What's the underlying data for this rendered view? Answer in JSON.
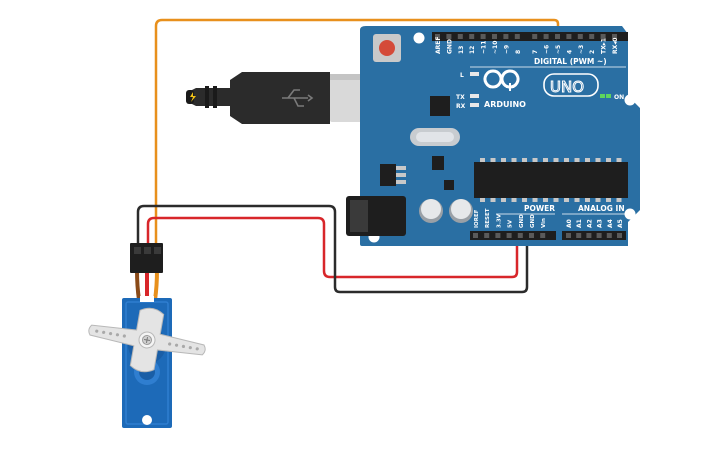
{
  "board": {
    "digital_header_label": "DIGITAL (PWM ~)",
    "brand_label": "ARDUINO",
    "model_label": "UNO",
    "power_section_label": "POWER",
    "analog_section_label": "ANALOG IN",
    "on_led_label": "ON",
    "l_led_label": "L",
    "tx_led_label": "TX",
    "rx_led_label": "RX",
    "digital_pins": [
      "AREF",
      "GND",
      "13",
      "12",
      "~11",
      "~10",
      "~9",
      "8",
      "7",
      "~6",
      "~5",
      "4",
      "~3",
      "2",
      "TX▸1",
      "RX◂0"
    ],
    "power_pins": [
      "IOREF",
      "RESET",
      "3.3V",
      "5V",
      "GND",
      "GND",
      "Vin"
    ],
    "analog_pins": [
      "A0",
      "A1",
      "A2",
      "A3",
      "A4",
      "A5"
    ],
    "color": "#2a6fa3"
  },
  "wires": {
    "signal_color": "#e8901c",
    "power_color": "#d8262a",
    "ground_color": "#2b2b2b"
  },
  "servo": {
    "body_color": "#1d6ab8",
    "horn_color": "#e4e4e4"
  },
  "usb_cable": {
    "body_color": "#2b2b2b",
    "plug_color": "#d9d9d9"
  }
}
